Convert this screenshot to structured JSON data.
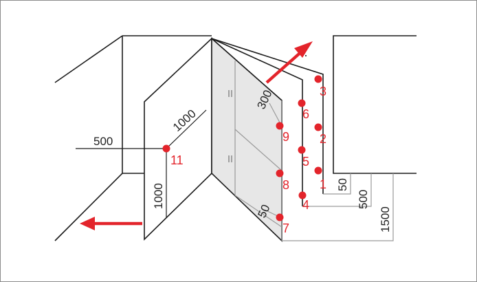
{
  "colors": {
    "line": "#1a1a1a",
    "panel_fill": "#e7e7e7",
    "marker": "#e3242b",
    "dim_line": "#9a9a9a",
    "frame": "#8a8a8a"
  },
  "dimensions": {
    "d500_left": "500",
    "d1000_diag": "1000",
    "d1000_vert": "1000",
    "d300": "300",
    "d50_panel": "50",
    "d50_right": "50",
    "d500_right": "500",
    "d1500_right": "1500"
  },
  "points": [
    {
      "id": "1",
      "label": "1"
    },
    {
      "id": "2",
      "label": "2"
    },
    {
      "id": "3",
      "label": "3"
    },
    {
      "id": "4",
      "label": "4"
    },
    {
      "id": "5",
      "label": "5"
    },
    {
      "id": "6",
      "label": "6"
    },
    {
      "id": "7",
      "label": "7"
    },
    {
      "id": "8",
      "label": "8"
    },
    {
      "id": "9",
      "label": "9"
    },
    {
      "id": "11",
      "label": "11"
    }
  ],
  "arrows": [
    {
      "name": "arrow-up-right"
    },
    {
      "name": "arrow-left"
    }
  ]
}
